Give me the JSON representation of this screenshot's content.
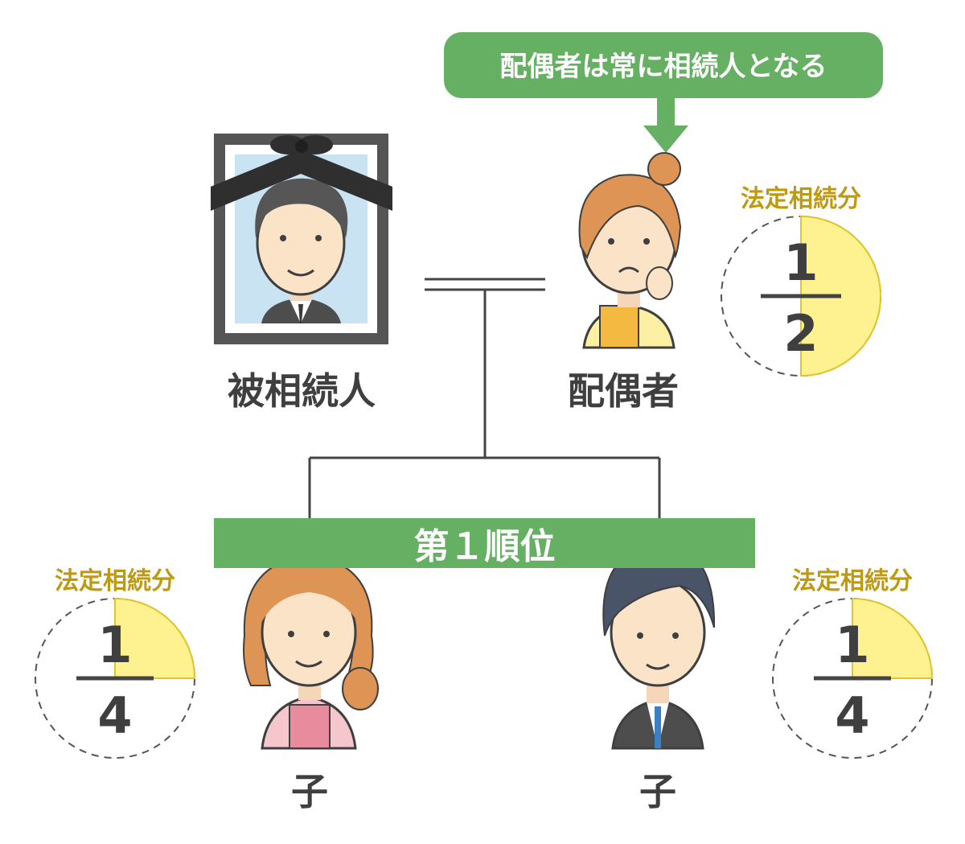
{
  "callout": {
    "text": "配偶者は常に相続人となる"
  },
  "rank_banner": {
    "text": "第１順位"
  },
  "persons": {
    "deceased": {
      "label": "被相続人"
    },
    "spouse": {
      "label": "配偶者"
    },
    "child_left": {
      "label": "子"
    },
    "child_right": {
      "label": "子"
    }
  },
  "shares": {
    "spouse": {
      "title": "法定相続分",
      "numerator": "1",
      "denominator": "2",
      "fraction": 0.5
    },
    "child_left": {
      "title": "法定相続分",
      "numerator": "1",
      "denominator": "4",
      "fraction": 0.25
    },
    "child_right": {
      "title": "法定相続分",
      "numerator": "1",
      "denominator": "4",
      "fraction": 0.25
    }
  },
  "colors": {
    "green": "#66b064",
    "share_fill": "#fdf28f",
    "share_stroke": "#e2c52b",
    "share_title": "#bd9a12",
    "line": "#444444",
    "text": "#3f3f3f"
  }
}
